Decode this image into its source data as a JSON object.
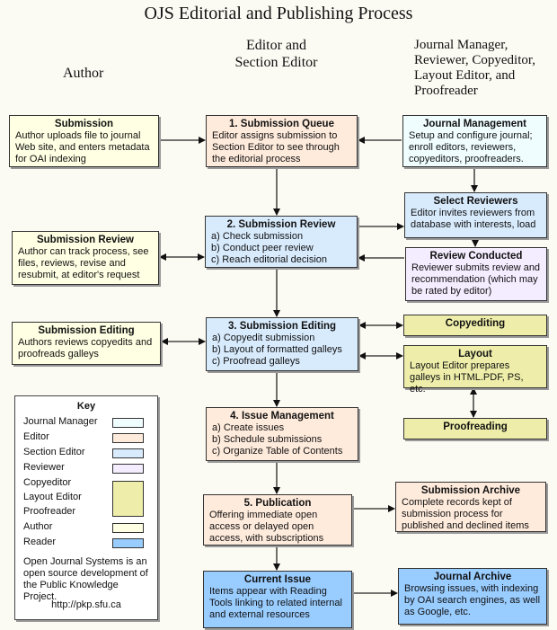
{
  "title": "OJS Editorial and Publishing Process",
  "columns": {
    "author": "Author",
    "editor": "Editor and\nSection Editor",
    "others": "Journal Manager,\nReviewer, Copyeditor,\nLayout Editor, and\nProofreader"
  },
  "boxes": {
    "submission": {
      "title": "Submission",
      "text": "Author uploads file to journal Web site, and enters metadata for OAI indexing"
    },
    "queue": {
      "title": "1. Submission Queue",
      "text": "Editor assigns submission to Section Editor to see through the editorial process"
    },
    "journal_management": {
      "title": "Journal Management",
      "text": "Setup and configure journal; enroll editors, reviewers, copyeditors, proofreaders."
    },
    "select_reviewers": {
      "title": "Select Reviewers",
      "text": "Editor invites reviewers from database with interests, load"
    },
    "review": {
      "title": "2. Submission Review",
      "text": "a) Check submission\nb) Conduct peer review\nc) Reach editorial decision"
    },
    "author_review": {
      "title": "Submission Review",
      "text": "Author can track process, see files, reviews, revise and resubmit, at editor's request"
    },
    "review_conducted": {
      "title": "Review Conducted",
      "text": "Reviewer submits review and recommendation (which may be rated by editor)"
    },
    "author_editing": {
      "title": "Submission Editing",
      "text": "Authors reviews copyedits and proofreads galleys"
    },
    "editing": {
      "title": "3. Submission Editing",
      "text": "a) Copyedit submission\nb) Layout of formatted galleys\nc) Proofread galleys"
    },
    "copyediting": {
      "title": "Copyediting"
    },
    "layout": {
      "title": "Layout",
      "text": "Layout Editor prepares galleys in HTML.PDF, PS, etc."
    },
    "proofreading": {
      "title": "Proofreading"
    },
    "issue": {
      "title": "4. Issue Management",
      "text": "a) Create issues\nb) Schedule submissions\nc) Organize Table of Contents"
    },
    "publication": {
      "title": "5. Publication",
      "text": "Offering immediate open access or delayed open access, with subscriptions"
    },
    "archive": {
      "title": "Submission Archive",
      "text": "Complete records kept of submission process for published and declined items"
    },
    "current_issue": {
      "title": "Current Issue",
      "text": "Items appear with Reading Tools linking to related internal and external resources"
    },
    "journal_archive": {
      "title": "Journal Archive",
      "text": "Browsing issues, with indexing by OAI search engines, as well as Google, etc."
    }
  },
  "key": {
    "title": "Key",
    "items": [
      {
        "label": "Journal Manager",
        "color": "#effdff"
      },
      {
        "label": "Editor",
        "color": "#ffebdc"
      },
      {
        "label": "Section Editor",
        "color": "#d8ebfd"
      },
      {
        "label": "Reviewer",
        "color": "#f4ecff"
      },
      {
        "label": "Copyeditor",
        "color": "#eeeeaa"
      },
      {
        "label": "Layout Editor",
        "color": "#eeeeaa"
      },
      {
        "label": "Proofreader",
        "color": "#eeeeaa"
      },
      {
        "label": "Author",
        "color": "#ffffe3"
      },
      {
        "label": "Reader",
        "color": "#99ccff"
      }
    ],
    "note": "Open Journal Systems is an open source development of the Public Knowledge Project.",
    "url": "http://pkp.sfu.ca"
  }
}
